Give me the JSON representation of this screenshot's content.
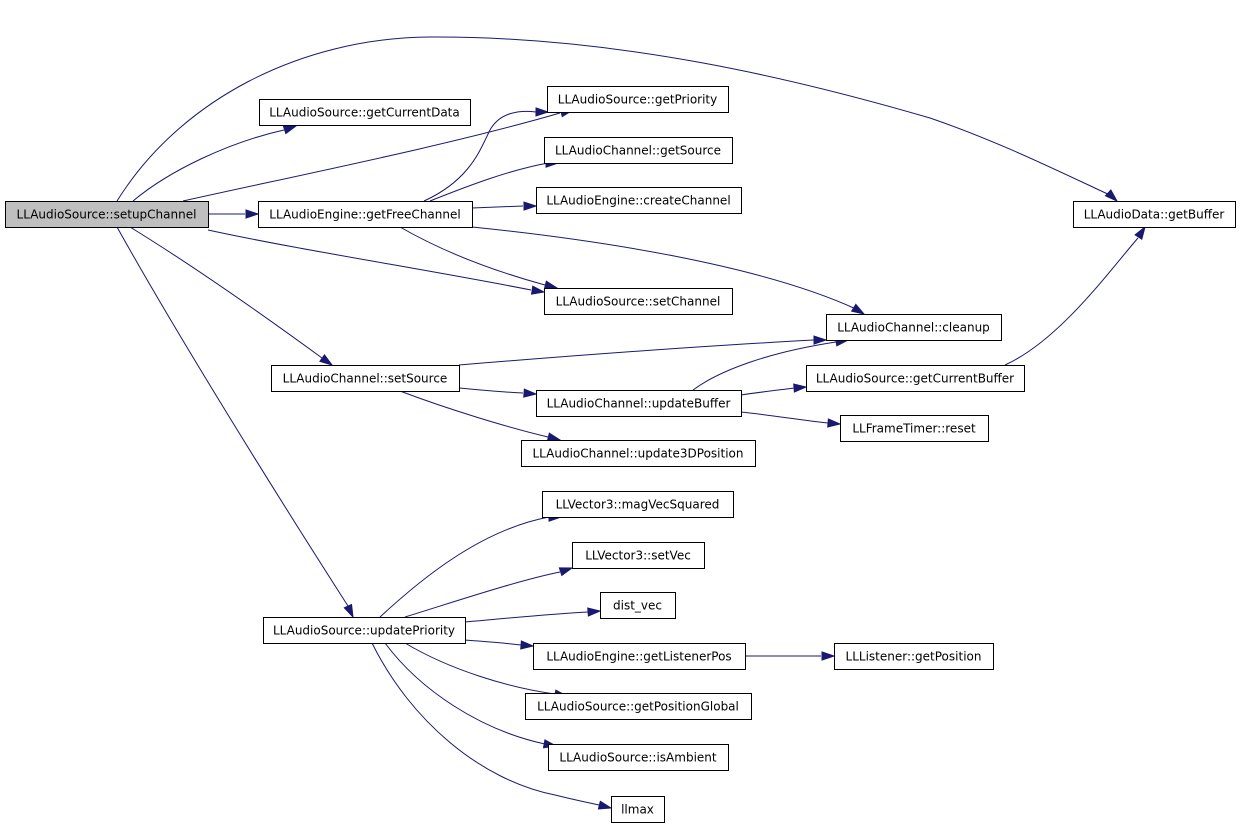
{
  "graph": {
    "edge_color": "#191970",
    "root_fill": "#bfbfbf",
    "nodes": [
      {
        "id": "setupChannel",
        "label": "LLAudioSource::setupChannel",
        "root": true
      },
      {
        "id": "getCurrentData",
        "label": "LLAudioSource::getCurrentData"
      },
      {
        "id": "getPriority",
        "label": "LLAudioSource::getPriority"
      },
      {
        "id": "getSource",
        "label": "LLAudioChannel::getSource"
      },
      {
        "id": "getFreeChannel",
        "label": "LLAudioEngine::getFreeChannel"
      },
      {
        "id": "createChannel",
        "label": "LLAudioEngine::createChannel"
      },
      {
        "id": "getBuffer",
        "label": "LLAudioData::getBuffer"
      },
      {
        "id": "setChannel",
        "label": "LLAudioSource::setChannel"
      },
      {
        "id": "cleanup",
        "label": "LLAudioChannel::cleanup"
      },
      {
        "id": "setSource",
        "label": "LLAudioChannel::setSource"
      },
      {
        "id": "getCurrentBuffer",
        "label": "LLAudioSource::getCurrentBuffer"
      },
      {
        "id": "updateBuffer",
        "label": "LLAudioChannel::updateBuffer"
      },
      {
        "id": "reset",
        "label": "LLFrameTimer::reset"
      },
      {
        "id": "update3DPosition",
        "label": "LLAudioChannel::update3DPosition"
      },
      {
        "id": "magVecSquared",
        "label": "LLVector3::magVecSquared"
      },
      {
        "id": "setVec",
        "label": "LLVector3::setVec"
      },
      {
        "id": "dist_vec",
        "label": "dist_vec"
      },
      {
        "id": "updatePriority",
        "label": "LLAudioSource::updatePriority"
      },
      {
        "id": "getListenerPos",
        "label": "LLAudioEngine::getListenerPos"
      },
      {
        "id": "getPosition",
        "label": "LLListener::getPosition"
      },
      {
        "id": "getPositionGlobal",
        "label": "LLAudioSource::getPositionGlobal"
      },
      {
        "id": "isAmbient",
        "label": "LLAudioSource::isAmbient"
      },
      {
        "id": "llmax",
        "label": "llmax"
      }
    ],
    "edges": [
      {
        "from": "setupChannel",
        "to": "getBuffer"
      },
      {
        "from": "setupChannel",
        "to": "getCurrentData"
      },
      {
        "from": "setupChannel",
        "to": "getPriority"
      },
      {
        "from": "setupChannel",
        "to": "getFreeChannel"
      },
      {
        "from": "setupChannel",
        "to": "setChannel"
      },
      {
        "from": "setupChannel",
        "to": "setSource"
      },
      {
        "from": "setupChannel",
        "to": "updatePriority"
      },
      {
        "from": "getFreeChannel",
        "to": "getPriority"
      },
      {
        "from": "getFreeChannel",
        "to": "getSource"
      },
      {
        "from": "getFreeChannel",
        "to": "createChannel"
      },
      {
        "from": "getFreeChannel",
        "to": "setChannel"
      },
      {
        "from": "getFreeChannel",
        "to": "cleanup"
      },
      {
        "from": "setSource",
        "to": "cleanup"
      },
      {
        "from": "setSource",
        "to": "updateBuffer"
      },
      {
        "from": "setSource",
        "to": "update3DPosition"
      },
      {
        "from": "updateBuffer",
        "to": "cleanup"
      },
      {
        "from": "updateBuffer",
        "to": "getCurrentBuffer"
      },
      {
        "from": "updateBuffer",
        "to": "reset"
      },
      {
        "from": "getCurrentBuffer",
        "to": "getBuffer"
      },
      {
        "from": "updatePriority",
        "to": "magVecSquared"
      },
      {
        "from": "updatePriority",
        "to": "setVec"
      },
      {
        "from": "updatePriority",
        "to": "dist_vec"
      },
      {
        "from": "updatePriority",
        "to": "getListenerPos"
      },
      {
        "from": "updatePriority",
        "to": "getPositionGlobal"
      },
      {
        "from": "updatePriority",
        "to": "isAmbient"
      },
      {
        "from": "updatePriority",
        "to": "llmax"
      },
      {
        "from": "getListenerPos",
        "to": "getPosition"
      }
    ]
  }
}
